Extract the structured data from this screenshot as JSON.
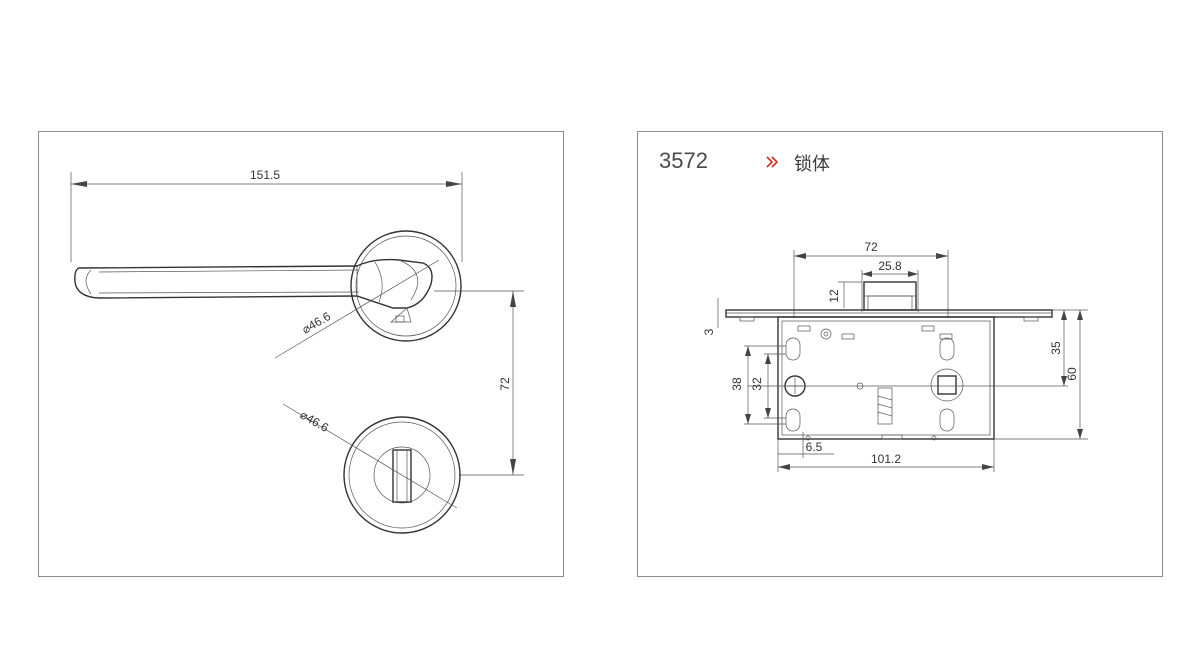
{
  "handle_drawing": {
    "dim_length": "151.5",
    "dim_rose_diameter": "⌀46.6",
    "dim_thumbturn_diameter": "⌀46.6",
    "dim_center_distance": "72"
  },
  "lock_body": {
    "model_number": "3572",
    "marker_icon": "double-chevron-right-icon",
    "title": "锁体",
    "dim_top_spacing": "72",
    "dim_latch_width": "25.8",
    "dim_latch_height": "12",
    "dim_faceplate": "3",
    "dim_hole_outer": "38",
    "dim_hole_inner": "32",
    "dim_backset": "35",
    "dim_total_height": "60",
    "dim_edge": "6.5",
    "dim_total_width": "101.2"
  },
  "colors": {
    "marker": "#d7281e",
    "lines": "#444444",
    "border": "#8c8c8c"
  }
}
